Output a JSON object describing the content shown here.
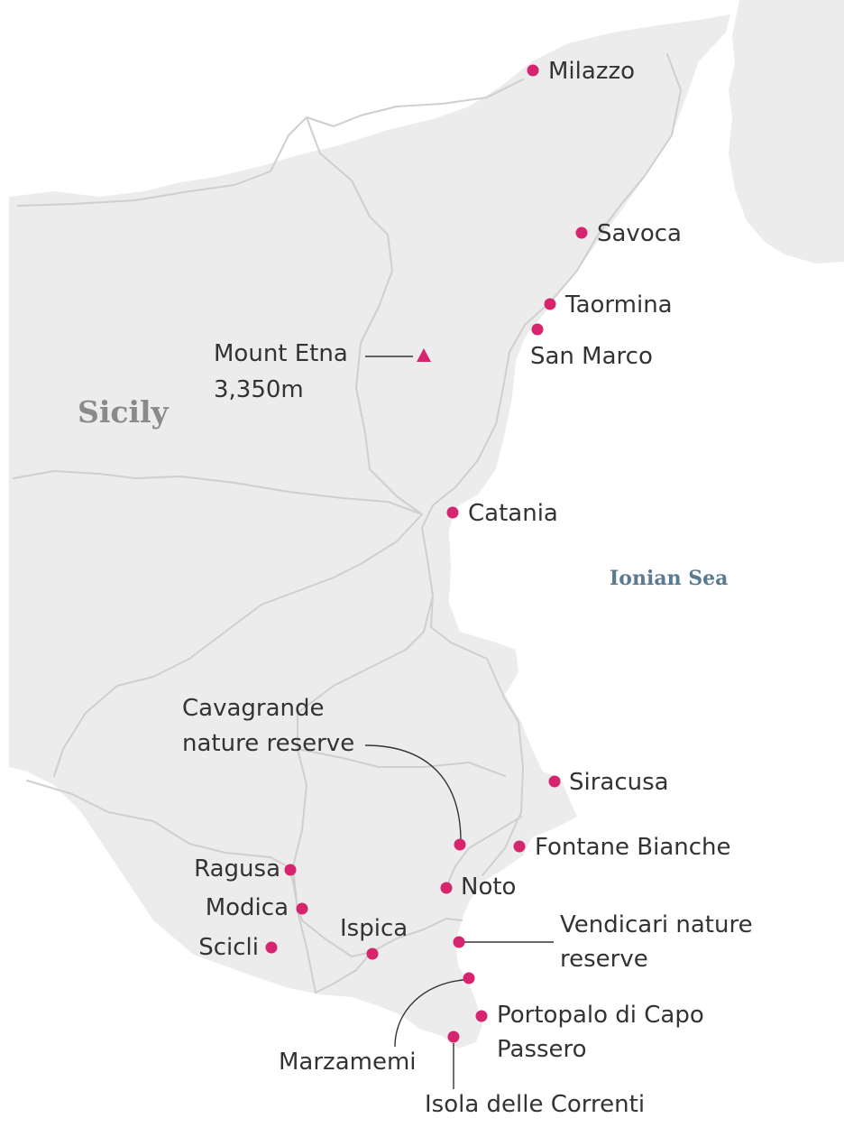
{
  "map": {
    "region_label": "Sicily",
    "sea_label": "Ionian Sea",
    "colors": {
      "land": "#ececec",
      "roads": "#cfcfcf",
      "marker": "#d6246e",
      "label": "#333333",
      "region_label": "#8a8a8a",
      "sea_label": "#5a7a90"
    },
    "mount_etna": {
      "name": "Mount Etna",
      "elevation": "3,350m",
      "icon": "triangle-peak-icon"
    },
    "places": [
      {
        "key": "milazzo",
        "name": "Milazzo"
      },
      {
        "key": "savoca",
        "name": "Savoca"
      },
      {
        "key": "taormina",
        "name": "Taormina"
      },
      {
        "key": "san_marco",
        "name": "San Marco"
      },
      {
        "key": "catania",
        "name": "Catania"
      },
      {
        "key": "cavagrande",
        "name_line1": "Cavagrande",
        "name_line2": "nature reserve"
      },
      {
        "key": "siracusa",
        "name": "Siracusa"
      },
      {
        "key": "fontane_bianche",
        "name": "Fontane Bianche"
      },
      {
        "key": "ragusa",
        "name": "Ragusa"
      },
      {
        "key": "noto",
        "name": "Noto"
      },
      {
        "key": "modica",
        "name": "Modica"
      },
      {
        "key": "ispica",
        "name": "Ispica"
      },
      {
        "key": "scicli",
        "name": "Scicli"
      },
      {
        "key": "vendicari",
        "name_line1": "Vendicari nature",
        "name_line2": "reserve"
      },
      {
        "key": "marzamemi",
        "name": "Marzamemi"
      },
      {
        "key": "portopalo",
        "name_line1": "Portopalo di Capo",
        "name_line2": "Passero"
      },
      {
        "key": "isola",
        "name": "Isola delle Correnti"
      }
    ]
  }
}
